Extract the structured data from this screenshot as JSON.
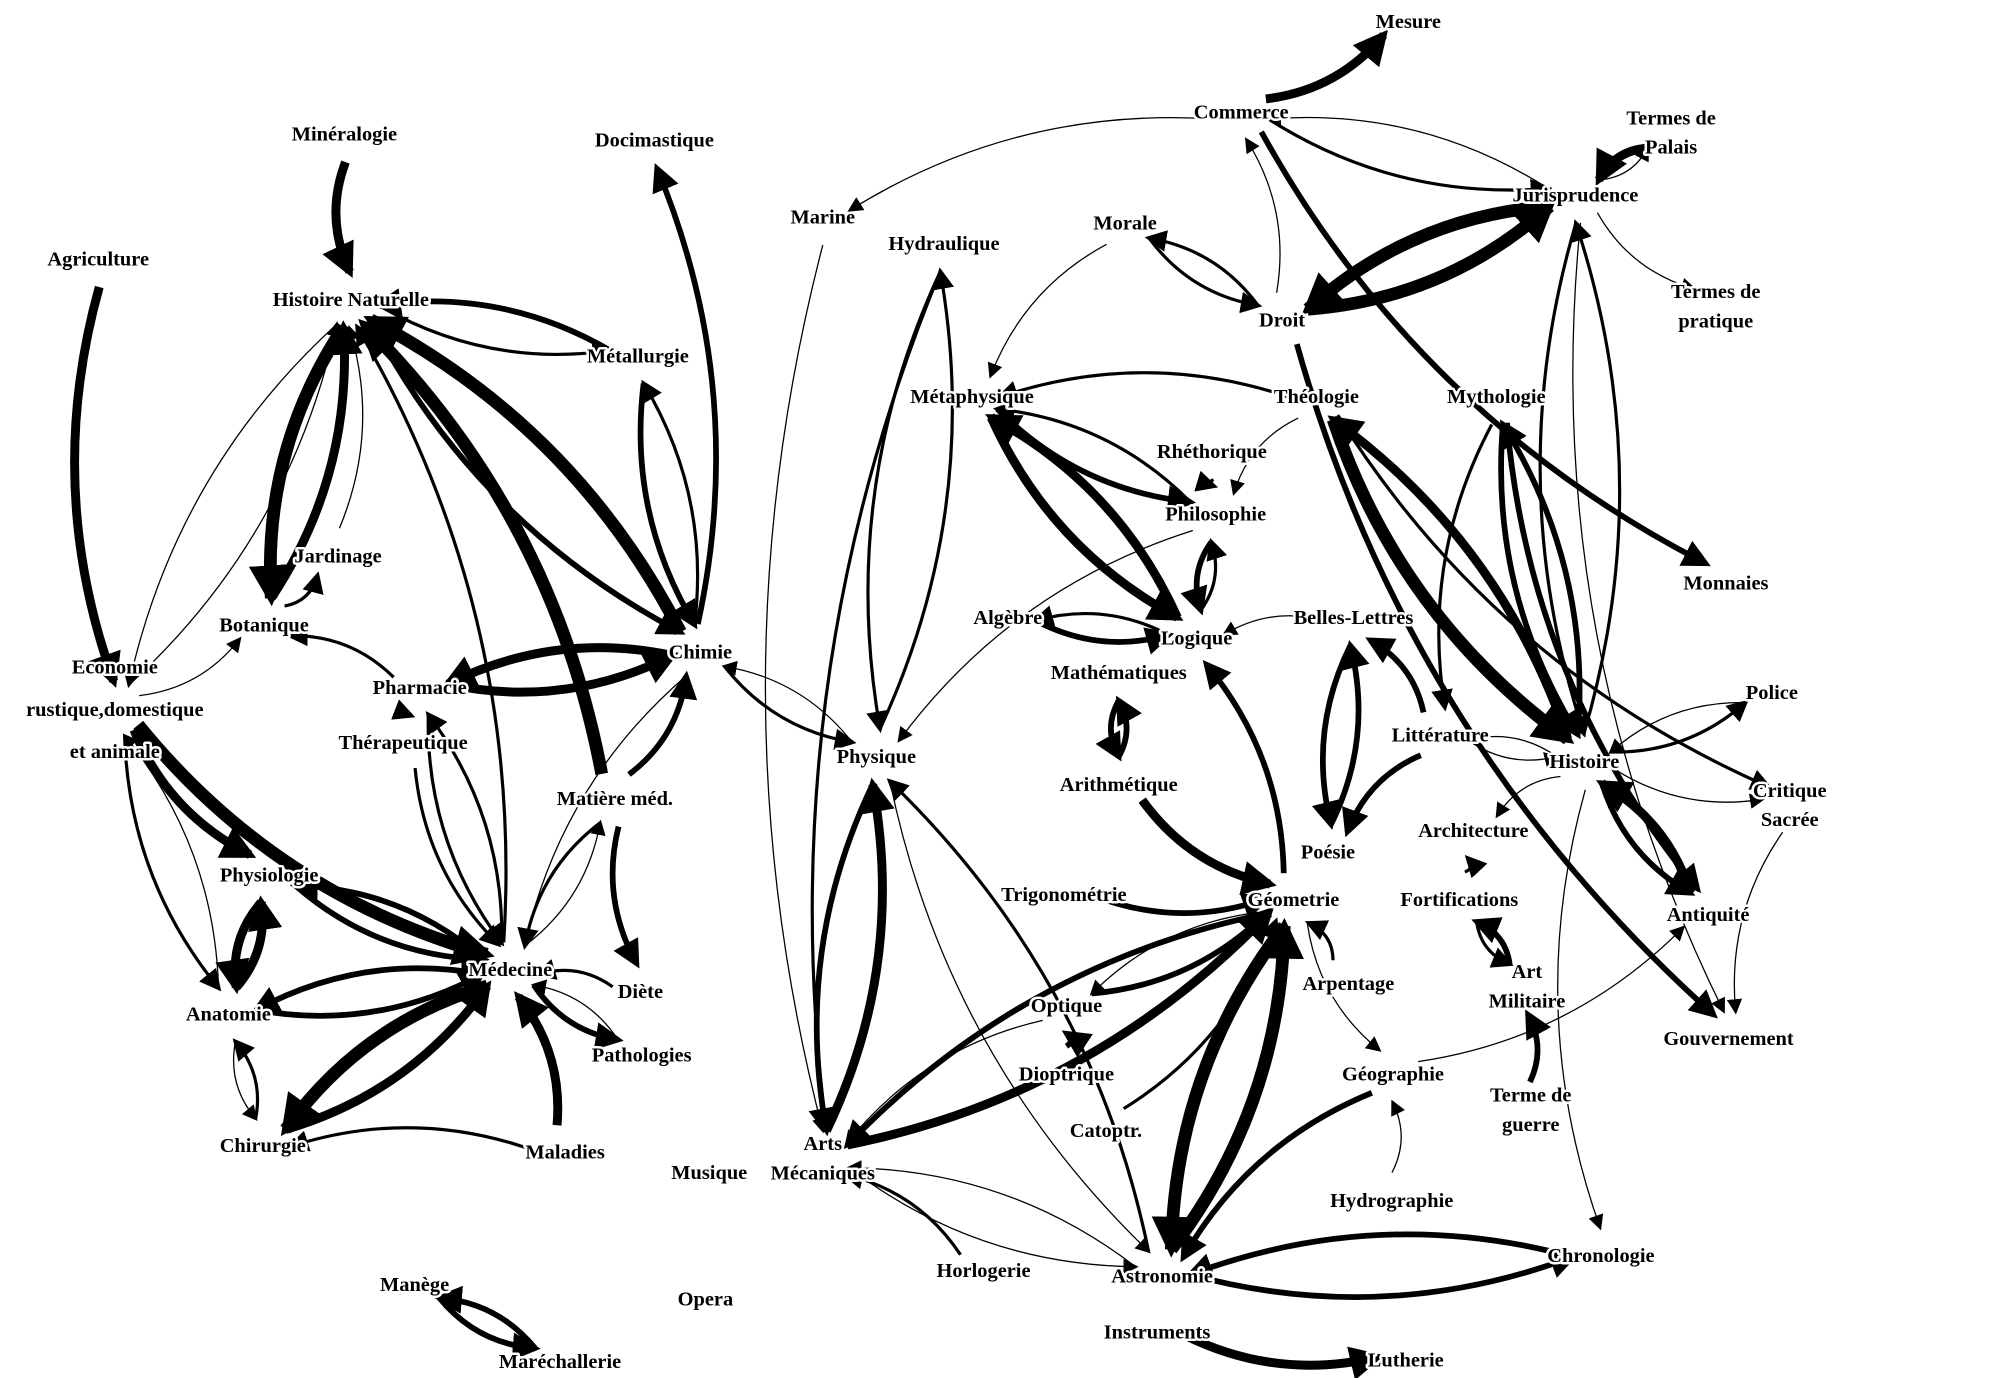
{
  "colors": {
    "ink": "#000000",
    "background": "#ffffff"
  },
  "nodes": [
    {
      "id": "mesure",
      "lines": [
        "Mesure"
      ]
    },
    {
      "id": "commerce",
      "lines": [
        "Commerce"
      ]
    },
    {
      "id": "termes-palais",
      "lines": [
        "Termes de",
        "Palais"
      ]
    },
    {
      "id": "jurisprudence",
      "lines": [
        "Jurisprudence"
      ]
    },
    {
      "id": "morale",
      "lines": [
        "Morale"
      ]
    },
    {
      "id": "droit",
      "lines": [
        "Droit"
      ]
    },
    {
      "id": "termes-pratique",
      "lines": [
        "Termes de",
        "pratique"
      ]
    },
    {
      "id": "marine",
      "lines": [
        "Marine"
      ]
    },
    {
      "id": "hydraulique",
      "lines": [
        "Hydraulique"
      ]
    },
    {
      "id": "docimastique",
      "lines": [
        "Docimastique"
      ]
    },
    {
      "id": "mineralogie",
      "lines": [
        "Minéralogie"
      ]
    },
    {
      "id": "agriculture",
      "lines": [
        "Agriculture"
      ]
    },
    {
      "id": "histoire-naturelle",
      "lines": [
        "Histoire Naturelle"
      ]
    },
    {
      "id": "metallurgie",
      "lines": [
        "Métallurgie"
      ]
    },
    {
      "id": "metaphysique",
      "lines": [
        "Métaphysique"
      ]
    },
    {
      "id": "theologie",
      "lines": [
        "Théologie"
      ]
    },
    {
      "id": "mythologie",
      "lines": [
        "Mythologie"
      ]
    },
    {
      "id": "rhetorique",
      "lines": [
        "Rhéthorique"
      ]
    },
    {
      "id": "philosophie",
      "lines": [
        "Philosophie"
      ]
    },
    {
      "id": "monnaies",
      "lines": [
        "Monnaies"
      ]
    },
    {
      "id": "jardinage",
      "lines": [
        "Jardinage"
      ]
    },
    {
      "id": "botanique",
      "lines": [
        "Botanique"
      ]
    },
    {
      "id": "algebre",
      "lines": [
        "Algèbre"
      ]
    },
    {
      "id": "logique",
      "lines": [
        "Logique"
      ]
    },
    {
      "id": "belles-lettres",
      "lines": [
        "Belles-Lettres"
      ]
    },
    {
      "id": "economie",
      "lines": [
        "Economie",
        "rustique,domestique",
        "et animale"
      ]
    },
    {
      "id": "chimie",
      "lines": [
        "Chimie"
      ]
    },
    {
      "id": "mathematiques",
      "lines": [
        "Mathématiques"
      ]
    },
    {
      "id": "pharmacie",
      "lines": [
        "Pharmacie"
      ]
    },
    {
      "id": "therapeutique",
      "lines": [
        "Thérapeutique"
      ]
    },
    {
      "id": "physique",
      "lines": [
        "Physique"
      ]
    },
    {
      "id": "litterature",
      "lines": [
        "Littérature"
      ]
    },
    {
      "id": "histoire",
      "lines": [
        "Histoire"
      ]
    },
    {
      "id": "police",
      "lines": [
        "Police"
      ]
    },
    {
      "id": "critique-sacree",
      "lines": [
        "Critique",
        "Sacrée"
      ]
    },
    {
      "id": "matiere-med",
      "lines": [
        "Matière méd."
      ]
    },
    {
      "id": "arithmetique",
      "lines": [
        "Arithmétique"
      ]
    },
    {
      "id": "poesie",
      "lines": [
        "Poésie"
      ]
    },
    {
      "id": "architecture",
      "lines": [
        "Architecture"
      ]
    },
    {
      "id": "physiologie",
      "lines": [
        "Physiologie"
      ]
    },
    {
      "id": "trigonometrie",
      "lines": [
        "Trigonométrie"
      ]
    },
    {
      "id": "geometrie",
      "lines": [
        "Géometrie"
      ]
    },
    {
      "id": "fortifications",
      "lines": [
        "Fortifications"
      ]
    },
    {
      "id": "antiquite",
      "lines": [
        "Antiquité"
      ]
    },
    {
      "id": "art-militaire",
      "lines": [
        "Art",
        "Militaire"
      ]
    },
    {
      "id": "medecine",
      "lines": [
        "Médecine"
      ]
    },
    {
      "id": "diete",
      "lines": [
        "Diète"
      ]
    },
    {
      "id": "arpentage",
      "lines": [
        "Arpentage"
      ]
    },
    {
      "id": "anatomie",
      "lines": [
        "Anatomie"
      ]
    },
    {
      "id": "optique",
      "lines": [
        "Optique"
      ]
    },
    {
      "id": "pathologies",
      "lines": [
        "Pathologies"
      ]
    },
    {
      "id": "gouvernement",
      "lines": [
        "Gouvernement"
      ]
    },
    {
      "id": "dioptrique",
      "lines": [
        "Dioptrique"
      ]
    },
    {
      "id": "geographie",
      "lines": [
        "Géographie"
      ]
    },
    {
      "id": "terme-guerre",
      "lines": [
        "Terme de",
        "guerre"
      ]
    },
    {
      "id": "catoptr",
      "lines": [
        "Catoptr."
      ]
    },
    {
      "id": "chirurgie",
      "lines": [
        "Chirurgie"
      ]
    },
    {
      "id": "arts-mecaniques",
      "lines": [
        "Arts",
        "Mécaniques"
      ]
    },
    {
      "id": "maladies",
      "lines": [
        "Maladies"
      ]
    },
    {
      "id": "musique",
      "lines": [
        "Musique"
      ]
    },
    {
      "id": "hydrographie",
      "lines": [
        "Hydrographie"
      ]
    },
    {
      "id": "horlogerie",
      "lines": [
        "Horlogerie"
      ]
    },
    {
      "id": "astronomie",
      "lines": [
        "Astronomie"
      ]
    },
    {
      "id": "chronologie",
      "lines": [
        "Chronologie"
      ]
    },
    {
      "id": "manege",
      "lines": [
        "Manège"
      ]
    },
    {
      "id": "opera",
      "lines": [
        "Opera"
      ]
    },
    {
      "id": "instruments",
      "lines": [
        "Instruments"
      ]
    },
    {
      "id": "marechallerie",
      "lines": [
        "Maréchallerie"
      ]
    },
    {
      "id": "lutherie",
      "lines": [
        "Lutherie"
      ]
    }
  ],
  "edges": [
    [
      "mineralogie",
      "histoire-naturelle",
      4
    ],
    [
      "agriculture",
      "economie",
      4
    ],
    [
      "histoire-naturelle",
      "botanique",
      5
    ],
    [
      "botanique",
      "histoire-naturelle",
      4
    ],
    [
      "chimie",
      "histoire-naturelle",
      5
    ],
    [
      "histoire-naturelle",
      "chimie",
      3
    ],
    [
      "matiere-med",
      "histoire-naturelle",
      5
    ],
    [
      "medecine",
      "histoire-naturelle",
      2
    ],
    [
      "metallurgie",
      "histoire-naturelle",
      3
    ],
    [
      "histoire-naturelle",
      "metallurgie",
      2
    ],
    [
      "metallurgie",
      "chimie",
      3
    ],
    [
      "chimie",
      "metallurgie",
      2
    ],
    [
      "chimie",
      "docimastique",
      3
    ],
    [
      "economie",
      "histoire-naturelle",
      1
    ],
    [
      "histoire-naturelle",
      "economie",
      1
    ],
    [
      "economie",
      "botanique",
      1
    ],
    [
      "jardinage",
      "histoire-naturelle",
      1
    ],
    [
      "botanique",
      "jardinage",
      2
    ],
    [
      "pharmacie",
      "botanique",
      2
    ],
    [
      "chimie",
      "pharmacie",
      4
    ],
    [
      "pharmacie",
      "chimie",
      4
    ],
    [
      "pharmacie",
      "therapeutique",
      2
    ],
    [
      "matiere-med",
      "chimie",
      3
    ],
    [
      "matiere-med",
      "diete",
      3
    ],
    [
      "economie",
      "medecine",
      5
    ],
    [
      "economie",
      "physiologie",
      4
    ],
    [
      "anatomie",
      "physiologie",
      4
    ],
    [
      "physiologie",
      "anatomie",
      4
    ],
    [
      "medecine",
      "physiologie",
      3
    ],
    [
      "physiologie",
      "medecine",
      3
    ],
    [
      "medecine",
      "anatomie",
      3
    ],
    [
      "anatomie",
      "medecine",
      3
    ],
    [
      "medecine",
      "chirurgie",
      5
    ],
    [
      "chirurgie",
      "medecine",
      4
    ],
    [
      "maladies",
      "medecine",
      4
    ],
    [
      "maladies",
      "chirurgie",
      2
    ],
    [
      "medecine",
      "pathologies",
      3
    ],
    [
      "pathologies",
      "medecine",
      1
    ],
    [
      "diete",
      "medecine",
      2
    ],
    [
      "pharmacie",
      "medecine",
      2
    ],
    [
      "medecine",
      "pharmacie",
      2
    ],
    [
      "therapeutique",
      "medecine",
      2
    ],
    [
      "matiere-med",
      "medecine",
      2
    ],
    [
      "medecine",
      "matiere-med",
      1
    ],
    [
      "chimie",
      "medecine",
      1
    ],
    [
      "chirurgie",
      "anatomie",
      2
    ],
    [
      "anatomie",
      "chirurgie",
      1
    ],
    [
      "economie",
      "anatomie",
      2
    ],
    [
      "anatomie",
      "economie",
      1
    ],
    [
      "manege",
      "marechallerie",
      3
    ],
    [
      "marechallerie",
      "manege",
      3
    ],
    [
      "chimie",
      "physique",
      2
    ],
    [
      "physique",
      "chimie",
      1
    ],
    [
      "physique",
      "arts-mecaniques",
      3
    ],
    [
      "arts-mecaniques",
      "physique",
      4
    ],
    [
      "marine",
      "arts-mecaniques",
      1
    ],
    [
      "hydraulique",
      "physique",
      2
    ],
    [
      "physique",
      "hydraulique",
      2
    ],
    [
      "hydraulique",
      "arts-mecaniques",
      2
    ],
    [
      "arts-mecaniques",
      "geometrie",
      4
    ],
    [
      "geometrie",
      "arts-mecaniques",
      3
    ],
    [
      "astronomie",
      "geometrie",
      5
    ],
    [
      "geometrie",
      "astronomie",
      5
    ],
    [
      "astronomie",
      "physique",
      2
    ],
    [
      "physique",
      "astronomie",
      1
    ],
    [
      "horlogerie",
      "arts-mecaniques",
      2
    ],
    [
      "astronomie",
      "chronologie",
      3
    ],
    [
      "chronologie",
      "astronomie",
      3
    ],
    [
      "instruments",
      "lutherie",
      4
    ],
    [
      "optique",
      "geometrie",
      3
    ],
    [
      "geometrie",
      "optique",
      1
    ],
    [
      "dioptrique",
      "optique",
      3
    ],
    [
      "catoptr",
      "geometrie",
      2
    ],
    [
      "arpentage",
      "geometrie",
      2
    ],
    [
      "geometrie",
      "geographie",
      1
    ],
    [
      "hydrographie",
      "geographie",
      1
    ],
    [
      "geographie",
      "astronomie",
      3
    ],
    [
      "trigonometrie",
      "geometrie",
      3
    ],
    [
      "arithmetique",
      "geometrie",
      4
    ],
    [
      "mathematiques",
      "arithmetique",
      3
    ],
    [
      "arithmetique",
      "mathematiques",
      3
    ],
    [
      "algebre",
      "logique",
      3
    ],
    [
      "logique",
      "algebre",
      2
    ],
    [
      "metaphysique",
      "logique",
      4
    ],
    [
      "logique",
      "metaphysique",
      4
    ],
    [
      "metaphysique",
      "philosophie",
      3
    ],
    [
      "philosophie",
      "metaphysique",
      2
    ],
    [
      "philosophie",
      "logique",
      3
    ],
    [
      "logique",
      "philosophie",
      2
    ],
    [
      "theologie",
      "metaphysique",
      2
    ],
    [
      "rhetorique",
      "philosophie",
      2
    ],
    [
      "geometrie",
      "logique",
      3
    ],
    [
      "belles-lettres",
      "poesie",
      3
    ],
    [
      "poesie",
      "belles-lettres",
      3
    ],
    [
      "litterature",
      "poesie",
      3
    ],
    [
      "litterature",
      "belles-lettres",
      3
    ],
    [
      "theologie",
      "histoire",
      5
    ],
    [
      "histoire",
      "theologie",
      4
    ],
    [
      "mythologie",
      "histoire",
      3
    ],
    [
      "histoire",
      "mythologie",
      3
    ],
    [
      "mythologie",
      "antiquite",
      3
    ],
    [
      "antiquite",
      "histoire",
      4
    ],
    [
      "histoire",
      "antiquite",
      3
    ],
    [
      "histoire",
      "police",
      2
    ],
    [
      "police",
      "histoire",
      1
    ],
    [
      "histoire",
      "critique-sacree",
      1
    ],
    [
      "fortifications",
      "architecture",
      2
    ],
    [
      "art-militaire",
      "fortifications",
      3
    ],
    [
      "fortifications",
      "art-militaire",
      2
    ],
    [
      "terme-guerre",
      "art-militaire",
      3
    ],
    [
      "geographie",
      "antiquite",
      1
    ],
    [
      "commerce",
      "mesure",
      4
    ],
    [
      "commerce",
      "jurisprudence",
      2
    ],
    [
      "jurisprudence",
      "commerce",
      1
    ],
    [
      "termes-palais",
      "jurisprudence",
      4
    ],
    [
      "jurisprudence",
      "termes-palais",
      1
    ],
    [
      "droit",
      "jurisprudence",
      5
    ],
    [
      "jurisprudence",
      "droit",
      5
    ],
    [
      "morale",
      "droit",
      2
    ],
    [
      "droit",
      "morale",
      2
    ],
    [
      "jurisprudence",
      "termes-pratique",
      1
    ],
    [
      "jurisprudence",
      "histoire",
      2
    ],
    [
      "histoire",
      "jurisprudence",
      2
    ],
    [
      "commerce",
      "monnaies",
      3
    ],
    [
      "droit",
      "gouvernement",
      3
    ],
    [
      "jurisprudence",
      "gouvernement",
      1
    ],
    [
      "commerce",
      "marine",
      1
    ],
    [
      "theologie",
      "critique-sacree",
      2
    ],
    [
      "droit",
      "commerce",
      1
    ],
    [
      "morale",
      "metaphysique",
      1
    ],
    [
      "mythologie",
      "litterature",
      2
    ],
    [
      "optique",
      "arts-mecaniques",
      1
    ],
    [
      "astronomie",
      "arts-mecaniques",
      1
    ],
    [
      "arts-mecaniques",
      "astronomie",
      1
    ],
    [
      "economie",
      "medecine",
      1
    ],
    [
      "philosophie",
      "physique",
      1
    ],
    [
      "litterature",
      "histoire",
      1
    ],
    [
      "histoire",
      "litterature",
      1
    ],
    [
      "belles-lettres",
      "logique",
      1
    ],
    [
      "theologie",
      "philosophie",
      1
    ],
    [
      "histoire",
      "architecture",
      1
    ],
    [
      "histoire",
      "chronologie",
      1
    ],
    [
      "critique-sacree",
      "gouvernement",
      1
    ]
  ]
}
